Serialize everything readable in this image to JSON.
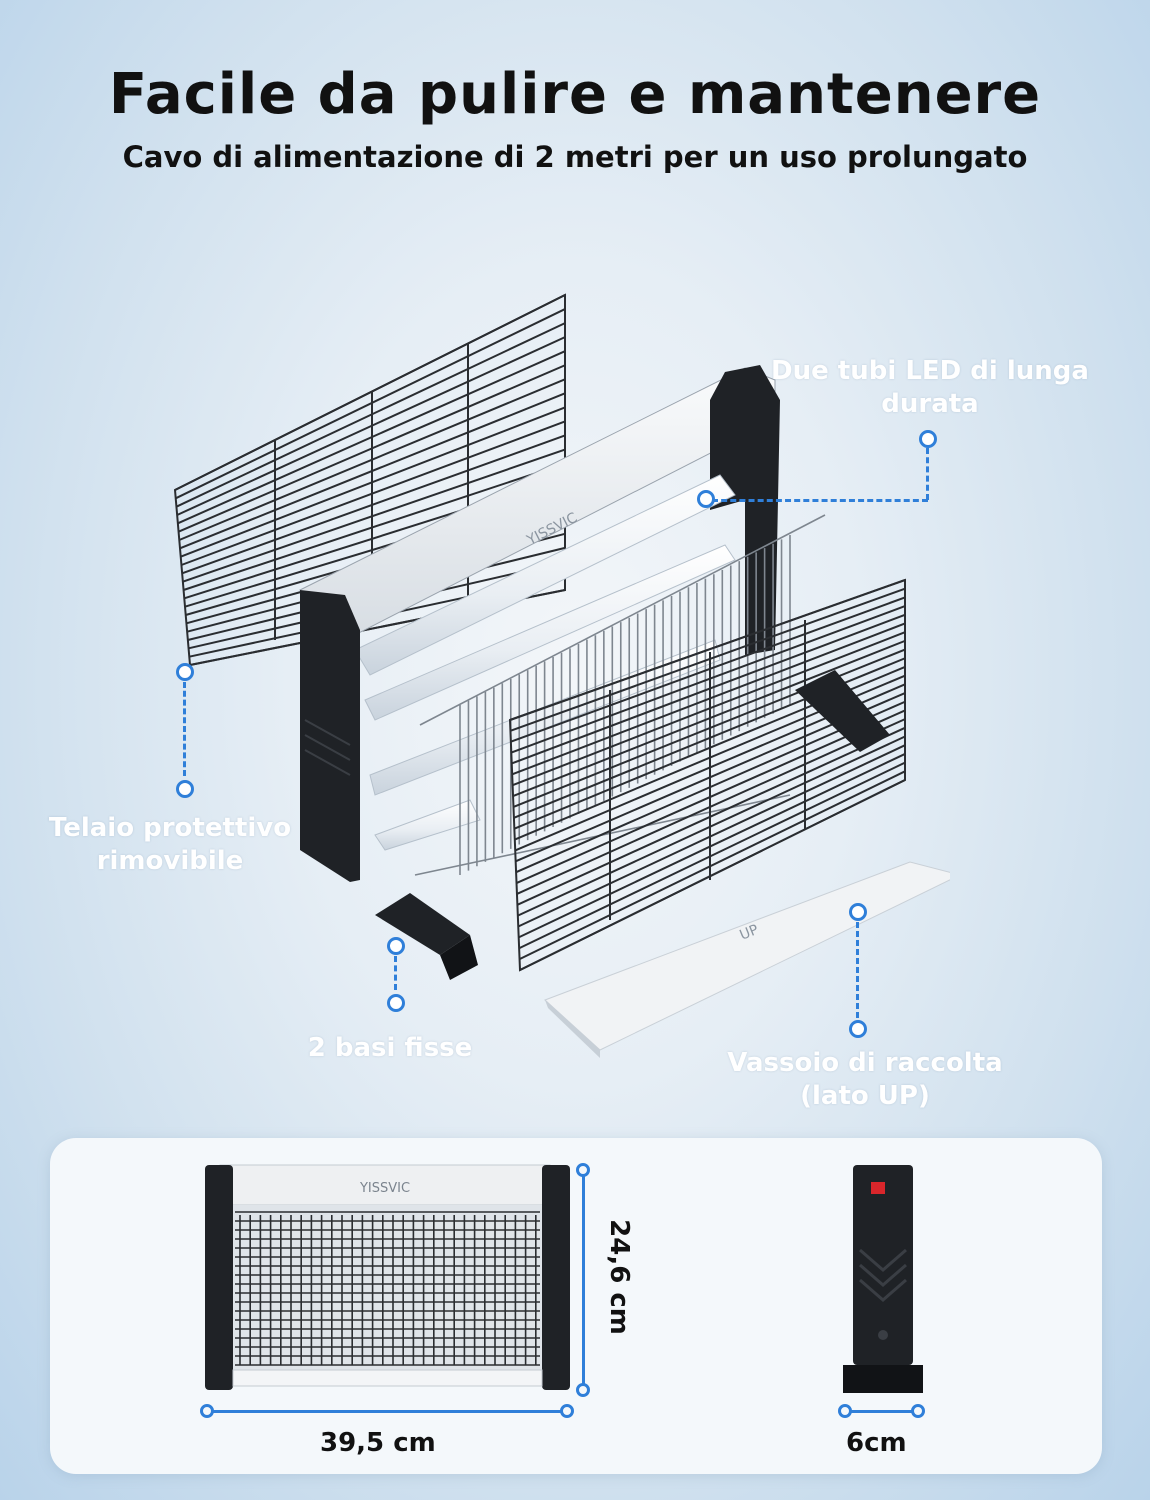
{
  "header": {
    "title": "Facile da pulire e mantenere",
    "subtitle": "Cavo di alimentazione di 2 metri per un uso prolungato"
  },
  "callouts": {
    "led_tubes": "Due tubi LED di lunga durata",
    "frame": "Telaio protettivo rimovibile",
    "bases": "2 basi fisse",
    "tray": "Vassoio di raccolta (lato UP)"
  },
  "product": {
    "brand": "YISSVIC",
    "tray_marking": "UP"
  },
  "dimensions": {
    "width": "39,5 cm",
    "height": "24,6 cm",
    "depth": "6cm"
  },
  "colors": {
    "accent": "#2f7fd9",
    "frame_dark": "#1f2226",
    "body_white": "#eef0f2"
  },
  "icons": [
    "bug-zapper-exploded-illustration",
    "bug-zapper-front-view",
    "bug-zapper-side-view"
  ]
}
